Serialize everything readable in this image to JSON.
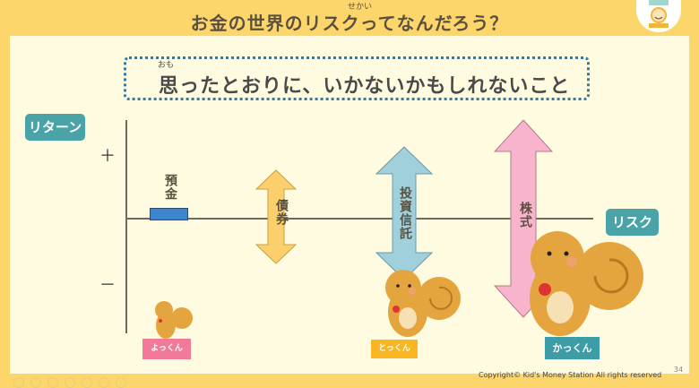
{
  "header": {
    "title": "お金の世界のリスクってなんだろう？",
    "title_ruby": "せかい"
  },
  "note": {
    "text": "思ったとおりに、いかないかもしれないこと",
    "ruby": "おも"
  },
  "axes": {
    "y_label": "リターン",
    "x_label": "リスク",
    "plus": "＋",
    "minus": "－"
  },
  "items": [
    {
      "label": "預金",
      "color": "#3d86cf"
    },
    {
      "label": "債券",
      "color": "#fbcf6b"
    },
    {
      "label": "投資信託",
      "color": "#9fd0dc"
    },
    {
      "label": "株式",
      "color": "#f8b4cd"
    }
  ],
  "characters": [
    {
      "name": "よっくん",
      "color": "#f07a98"
    },
    {
      "name": "とっくん",
      "color": "#f8b722"
    },
    {
      "name": "かっくん",
      "color": "#3d9ca5"
    }
  ],
  "footer": {
    "copyright": "Copyright©  Kid's Money Station All rights reserved",
    "page": "34"
  }
}
